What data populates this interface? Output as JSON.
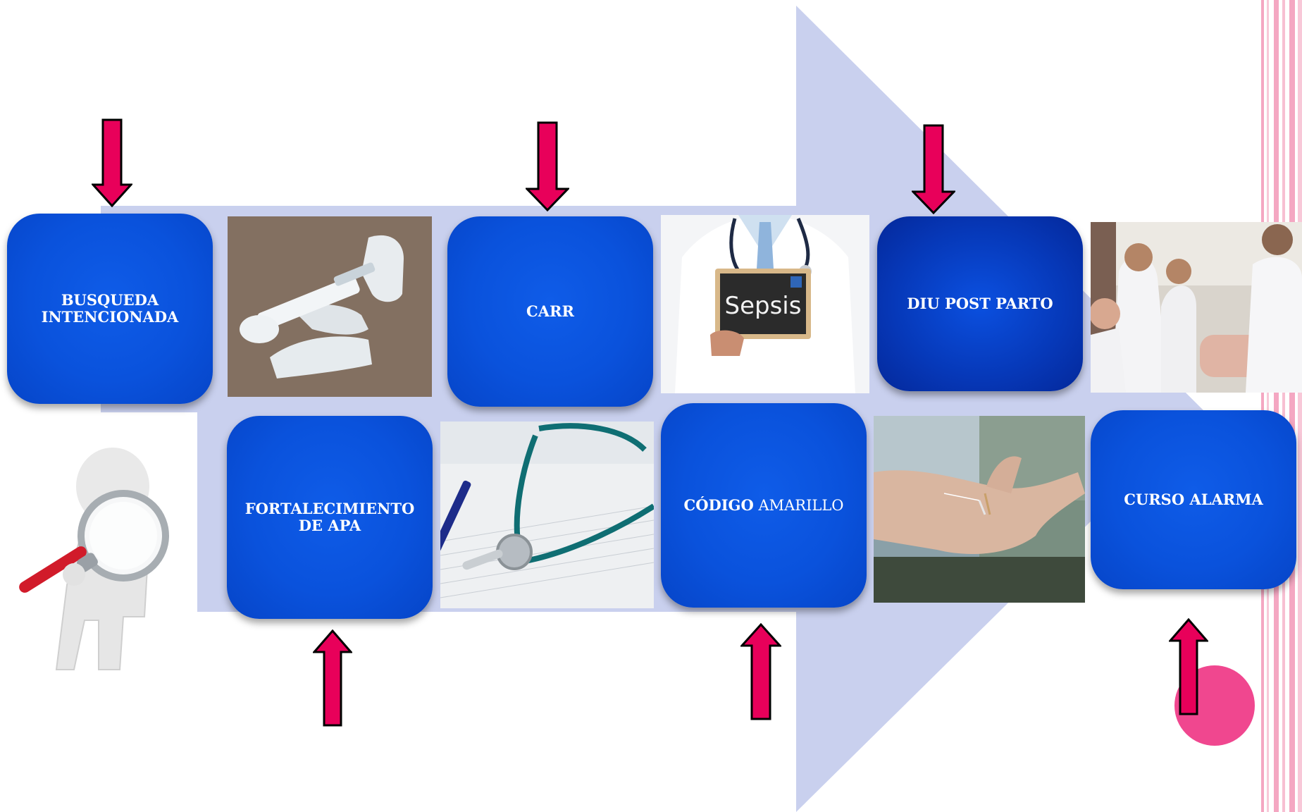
{
  "colors": {
    "box_blue": "#0a52dc",
    "arrow_fill": "#e8005a",
    "chevron": "#c9d0ee",
    "decor_pink": "#f4a7c2",
    "decor_dot": "#f0478f"
  },
  "boxes": {
    "busqueda": {
      "line1": "BUSQUEDA",
      "line2": "INTENCIONADA"
    },
    "carr": {
      "label": "CARR"
    },
    "diu": {
      "label": "DIU POST PARTO"
    },
    "fortalecimiento": {
      "line1": "FORTALECIMIENTO",
      "line2": "DE APA"
    },
    "codigo": {
      "bold": "CÓDIGO",
      "normal": " AMARILLO"
    },
    "curso": {
      "label": "CURSO ALARMA"
    }
  },
  "photos": {
    "sepsis_sign": "Sepsis"
  },
  "icons": [
    "down-arrow-icon",
    "up-arrow-icon",
    "magnifier-figure-icon"
  ]
}
